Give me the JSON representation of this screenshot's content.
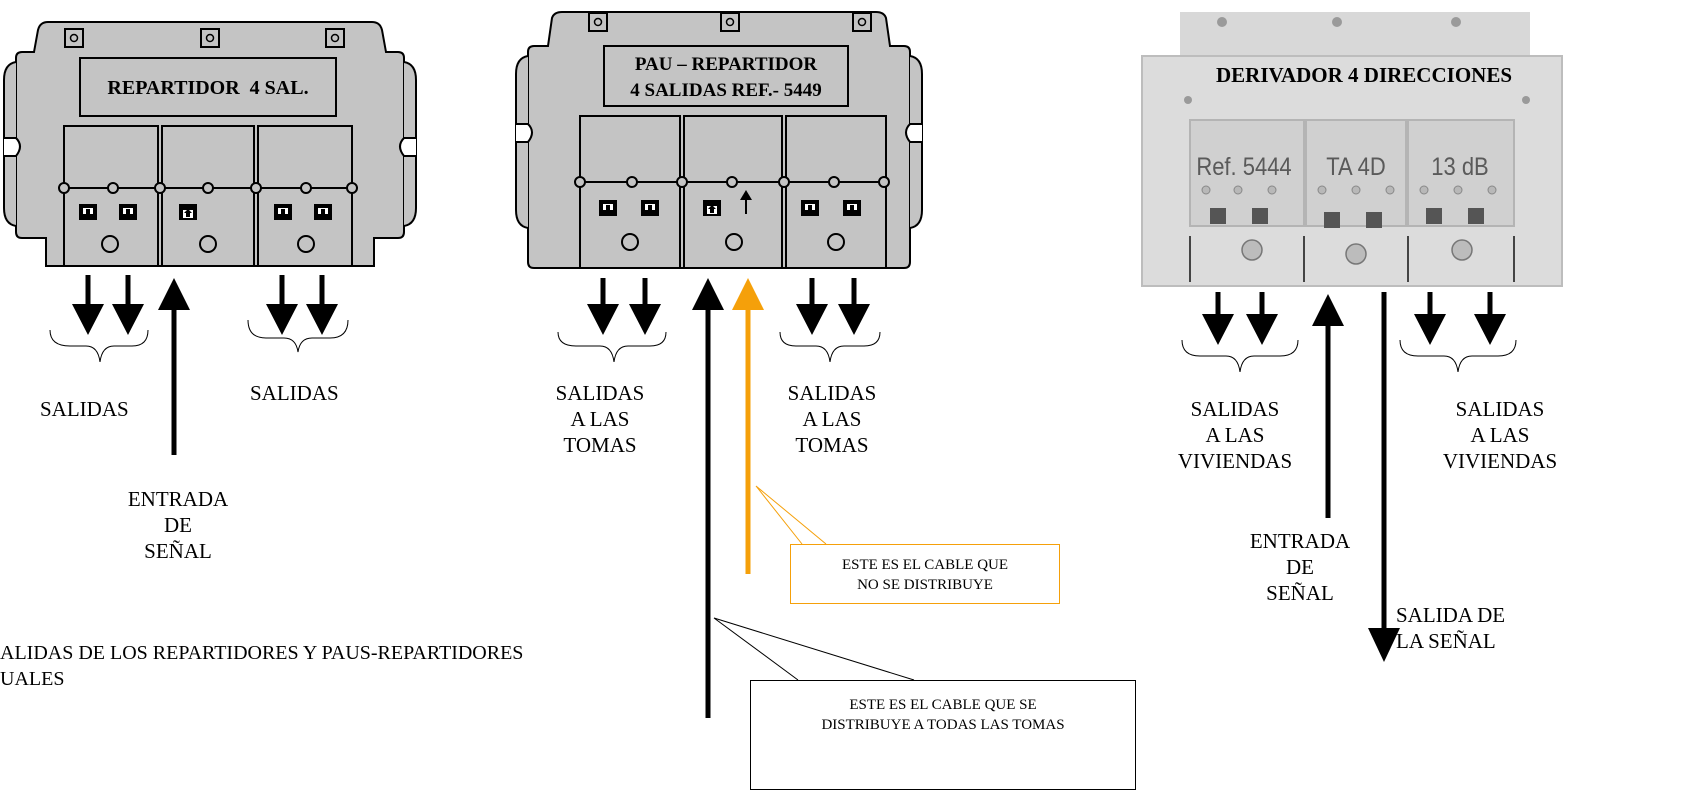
{
  "devices": {
    "repartidor": {
      "title": "REPARTIDOR  4 SAL."
    },
    "pau": {
      "title_line1": "PAU – REPARTIDOR",
      "title_line2": "4 SALIDAS REF.- 5449"
    },
    "derivador": {
      "title": "DERIVADOR 4 DIRECCIONES",
      "ref": "Ref. 5444",
      "model": "TA 4D",
      "attenuation": "13 dB"
    }
  },
  "labels": {
    "rep_salidas_left": "SALIDAS",
    "rep_salidas_right": "SALIDAS",
    "rep_entrada": [
      "ENTRADA",
      "DE",
      "SEÑAL"
    ],
    "pau_salidas_left": [
      "SALIDAS",
      "A LAS",
      "TOMAS"
    ],
    "pau_salidas_right": [
      "SALIDAS",
      "A LAS",
      "TOMAS"
    ],
    "der_salidas_left": [
      "SALIDAS",
      "A LAS",
      "VIVIENDAS"
    ],
    "der_salidas_right": [
      "SALIDAS",
      "A LAS",
      "VIVIENDAS"
    ],
    "der_entrada": [
      "ENTRADA",
      "DE",
      "SEÑAL"
    ],
    "der_salida": [
      "SALIDA DE",
      "LA SEÑAL"
    ]
  },
  "callouts": {
    "no_distribuye": [
      "ESTE ES EL CABLE QUE",
      "NO SE DISTRIBUYE"
    ],
    "distribuye": [
      "ESTE ES EL CABLE QUE SE",
      "DISTRIBUYE A TODAS LAS TOMAS"
    ]
  },
  "bottom_note": [
    "ALIDAS DE LOS REPARTIDORES Y PAUS-REPARTIDORES",
    "UALES"
  ],
  "colors": {
    "orange_cable": "#f5a00a",
    "device_body": "#c4c4c4",
    "derivador_body": "#dcdcdc"
  }
}
